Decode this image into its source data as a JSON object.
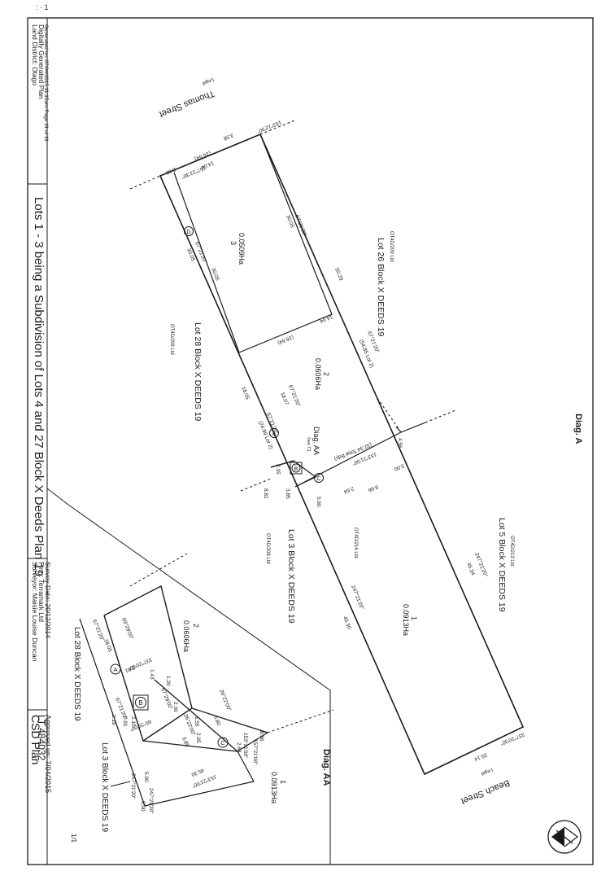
{
  "scan_marks": {
    "top_left": ":  ·  1"
  },
  "left_panel": {
    "district": "Land District: Otago",
    "generated": "Digitally Generated Plan",
    "generated_on": "Generated on: 07/04/2015 11:15am Page 11 of 11",
    "title": "Lots 1 - 3 being a Subdivision of Lots 4 and 27 Block X Deeds Plan 19",
    "surveyor": "Surveyor: Maisie Louise Duncan",
    "firm": "Firm: Terramark Ltd",
    "survey_date": "Survey Date: 20/12/2014",
    "csd_plan": "CSD Plan",
    "plan_number": "LT 484032",
    "approved": "Approved on: 7/04/2015",
    "sheet": "1/1"
  },
  "diagram_a": {
    "label": "Diag. A",
    "streets": [
      "Thomas Street",
      "Beach Street"
    ],
    "legal": [
      "Legal",
      "Legal"
    ],
    "adjoining": [
      {
        "name": "Lot 26 Block X DEEDS 19",
        "ref": "OT4D/209 Ltd"
      },
      {
        "name": "Lot 5 Block X DEEDS 19",
        "ref": "OT4D/213 Ltd"
      },
      {
        "name": "Lot 28 Block X DEEDS 19",
        "ref": "OT4D/209 Ltd"
      },
      {
        "name": "Lot 3 Block X DEEDS 19",
        "ref": "OT4D/208 Ltd"
      }
    ],
    "lots": [
      {
        "number": "1",
        "area": "0.0913Ha",
        "ref": "OT4D/216 Ltd"
      },
      {
        "number": "2",
        "area": "0.0606Ha"
      },
      {
        "number": "3",
        "area": "0.0509Ha"
      }
    ],
    "bearings": [
      "153°12'30\"",
      "157°21'30\"",
      "67°21'20\"",
      "67°21'20\"",
      "67°21'20\"",
      "67°21'20\"",
      "247°21'20\"",
      "247°21'20\"",
      "337°20'30\"",
      "153°21'00\"",
      "67°21'20\""
    ],
    "distances": [
      "3.58",
      "14.04",
      "(16.64)",
      "2.60",
      "30.05",
      "30.05",
      "30.05",
      "50.29",
      "14.04",
      "(16.64)",
      "(54.85 Lot 2)",
      "18.05",
      "18.07",
      "(24.99 Lot 2)",
      "4.56",
      "3.00",
      "(32.34 Total Bdy)",
      "2.64",
      "8.66",
      "2.15",
      "3.85",
      "5.90",
      "45.34",
      "45.30",
      "20.14",
      "8.81"
    ],
    "markers": [
      "A",
      "B",
      "C",
      "D"
    ],
    "diag_aa_ref": "Diag. AA",
    "see_ref": "See T1"
  },
  "diagram_aa": {
    "label": "Diag. AA",
    "lots": [
      {
        "number": "2",
        "area": "0.0606Ha"
      },
      {
        "number": "1",
        "area": "0.0913Ha"
      }
    ],
    "adjoining": [
      "Lot 28 Block X DEEDS 19",
      "Lot 3 Block X DEEDS 19"
    ],
    "bearings": [
      "67°21'20\"",
      "69°29'00\"",
      "337°20'00\"",
      "67°29'00\"",
      "65°29'00\"",
      "67°21'20\"",
      "26°22'00\"",
      "26°22'00\"",
      "153°21'00\"",
      "157°21'00\"",
      "247°21'20\"",
      "247°21'20\"",
      "153°21'00\""
    ],
    "distances": [
      "18.05",
      "2.61",
      "1.43",
      "1.20",
      "2.36",
      "2.15",
      "2.19",
      "0.81",
      "6.80",
      "8.86",
      "2.64",
      "5.00",
      "3.85",
      "5.90",
      "45.30",
      "1.55",
      "2.95"
    ],
    "markers": [
      "A",
      "B",
      "C"
    ]
  }
}
